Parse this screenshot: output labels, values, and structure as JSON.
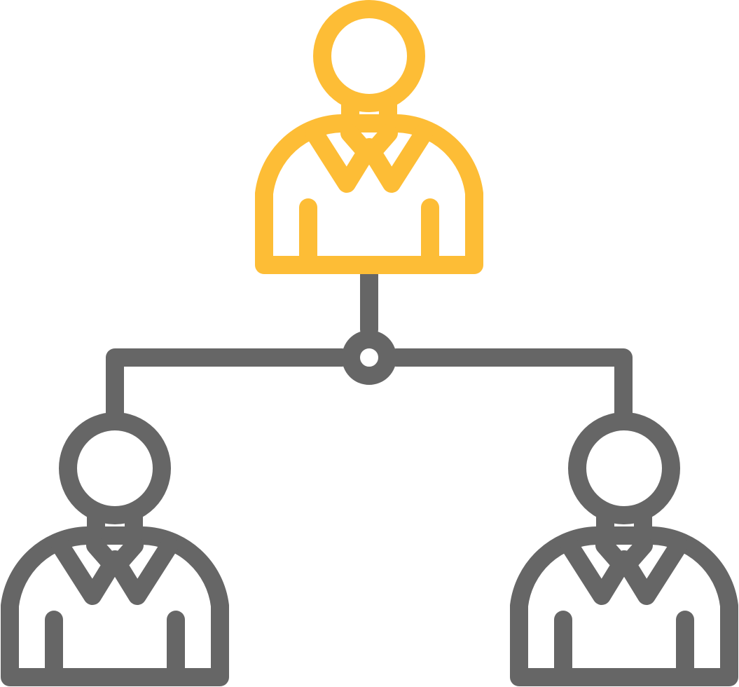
{
  "icon": {
    "name": "org-chart-hierarchy-icon",
    "style": "two-tone line icon",
    "colors": {
      "leader": "#FDBD36",
      "members": "#666666",
      "background": "#FFFFFF"
    },
    "nodes": [
      {
        "name": "leader-person-icon",
        "role": "top",
        "color_key": "leader"
      },
      {
        "name": "left-member-person-icon",
        "role": "bottom-left",
        "color_key": "members"
      },
      {
        "name": "right-member-person-icon",
        "role": "bottom-right",
        "color_key": "members"
      }
    ],
    "connector": {
      "name": "hierarchy-connector",
      "color_key": "members"
    }
  }
}
